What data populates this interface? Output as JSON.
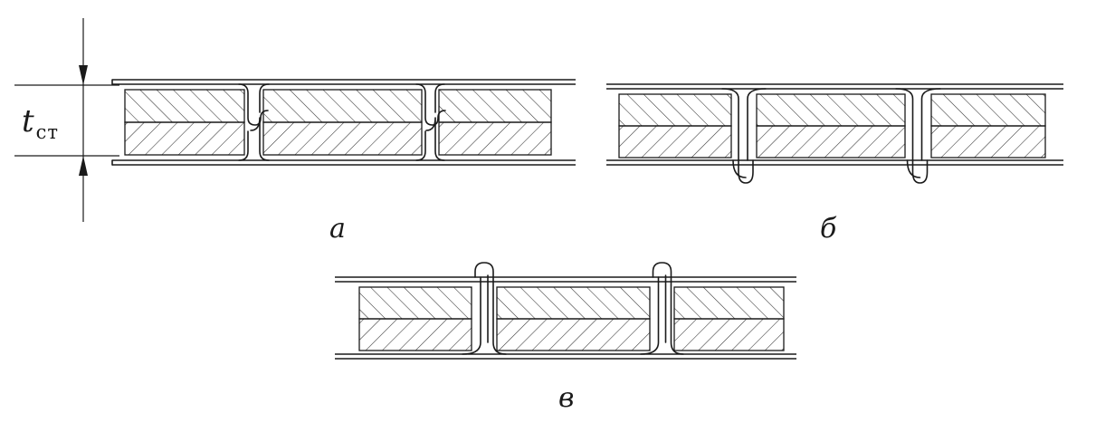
{
  "variants": [
    {
      "key": "a",
      "label": "а",
      "joint": "interlock-middle"
    },
    {
      "key": "b",
      "label": "б",
      "joint": "fold-bottom"
    },
    {
      "key": "c",
      "label": "в",
      "joint": "fold-top"
    }
  ],
  "dimension": {
    "symbol": "t",
    "subscript": "ст"
  },
  "colors": {
    "stroke": "#1a1a1a",
    "hatch": "#333333",
    "background": "#ffffff"
  }
}
